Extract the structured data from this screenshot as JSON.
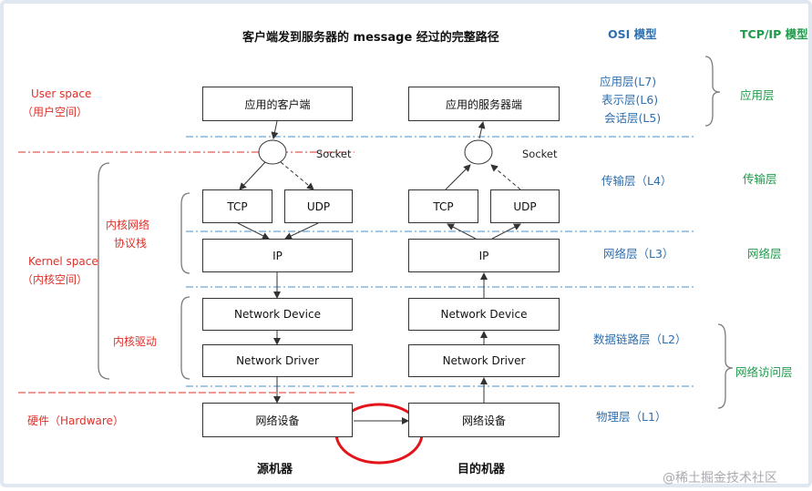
{
  "title": "客户端发到服务器的  message  经过的完整路径",
  "headers": {
    "osi": "OSI 模型",
    "tcpip": "TCP/IP 模型"
  },
  "left_labels": {
    "user_space": "User space",
    "user_space_cn": "（用户空间）",
    "kernel_space": "Kernel space",
    "kernel_space_cn": "（内核空间）",
    "stack": "内核网络",
    "stack2": "协议栈",
    "driver": "内核驱动",
    "hardware": "硬件（Hardware）"
  },
  "source": {
    "app": "应用的客户端",
    "socket": "Socket",
    "tcp": "TCP",
    "udp": "UDP",
    "ip": "IP",
    "device": "Network Device",
    "driver": "Network Driver",
    "hw": "网络设备",
    "name": "源机器"
  },
  "target": {
    "app": "应用的服务器端",
    "socket": "Socket",
    "tcp": "TCP",
    "udp": "UDP",
    "ip": "IP",
    "device": "Network Device",
    "driver": "Network Driver",
    "hw": "网络设备",
    "name": "目的机器"
  },
  "osi_layers": {
    "l7": "应用层(L7)",
    "l6": "表示层(L6)",
    "l5": "会话层(L5)",
    "l4": "传输层（L4）",
    "l3": "网络层（L3）",
    "l2": "数据链路层（L2）",
    "l1": "物理层（L1）"
  },
  "tcpip_layers": {
    "app": "应用层",
    "transport": "传输层",
    "network": "网络层",
    "access": "网络访问层"
  },
  "watermark": "@稀土掘金技术社区",
  "colors": {
    "red": "#e0302a",
    "blue": "#2f6fae",
    "green": "#1e9a4a",
    "divider_blue": "#4a8fc7",
    "divider_red": "#e0302a",
    "box_border": "#333333"
  }
}
